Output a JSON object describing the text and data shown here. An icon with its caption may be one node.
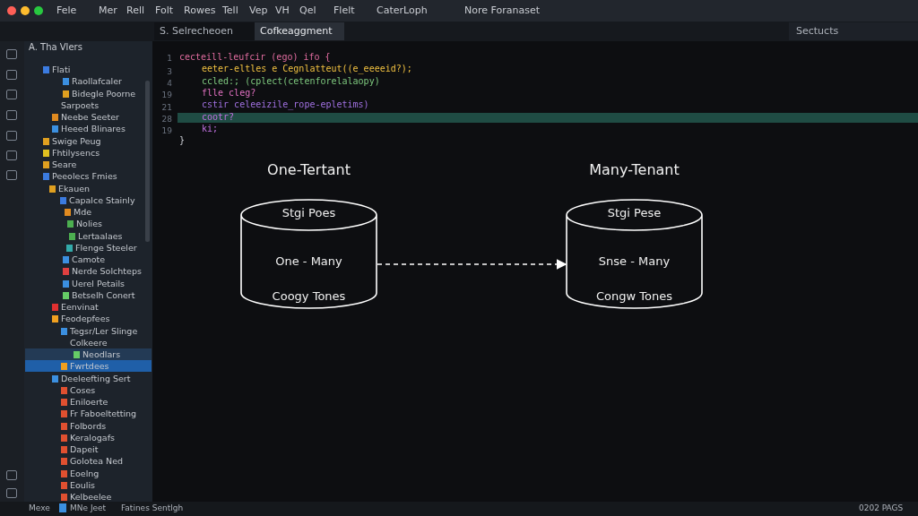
{
  "diagram": {
    "nodes": [
      {
        "text": [
          "One-Tertant",
          "Stgi Poes",
          "One - Many",
          "Coogy Tones"
        ]
      },
      {
        "text": [
          "Many-Tenant",
          "Stgi Pese",
          "Snse - Many",
          "Congw Tones"
        ]
      }
    ],
    "edges": [
      {
        "from": 0,
        "to": 1,
        "arrow": "to",
        "style": "dashed"
      }
    ],
    "labels": [
      "Fele",
      "Mer",
      "Rell",
      "Folt",
      "Rowes",
      "Tell",
      "Vep",
      "VH",
      "Qel",
      "Flelt",
      "CaterLoph",
      "Nore Foranaset",
      "S. Selrecheoen",
      "Cofkeaggment",
      "Sectucts",
      "A. Tha Vlers",
      "Flati",
      "Raollafcaler",
      "Bidegle Poorne",
      "Sarpoets",
      "Neebe Seeter",
      "Heeed Blinares",
      "Swige Peug",
      "Fhtilysencs",
      "Seare",
      "Peeolecs Fmies",
      "Ekauen",
      "Capalce Stainly",
      "Mde",
      "Nolies",
      "Lertaalaes",
      "Flenge Steeler",
      "Camote",
      "Nerde Solchteps",
      "Uerel Petails",
      "Betselh Conert",
      "Eenvinat",
      "Feodepfees",
      "Tegsr/Ler Slinge",
      "Colkeere",
      "Neodlars",
      "Fwrtdees",
      "Deeleefting Sert",
      "Coses",
      "Eniloerte",
      "Fr Faboeltetting",
      "Folbords",
      "Keralogafs",
      "Dapeit",
      "Golotea Ned",
      "Eoelng",
      "Eoulis",
      "Kelbeelee",
      "1",
      "3",
      "4",
      "19",
      "21",
      "28",
      "19",
      "cecteill-leufcir (ego)  ifo {",
      "eeter-eltles e Cegnlatteut((e_eeeeid?);",
      "ccled:; (cplect(cetenforelalaopy)",
      "flle cleg?",
      "cstir celeeizile_rope-epletims)",
      "cootr?",
      "ki;",
      "}",
      "Mexe",
      "MNe Jeet",
      "Fatines Sentlgh",
      "0202 PAGS"
    ]
  }
}
